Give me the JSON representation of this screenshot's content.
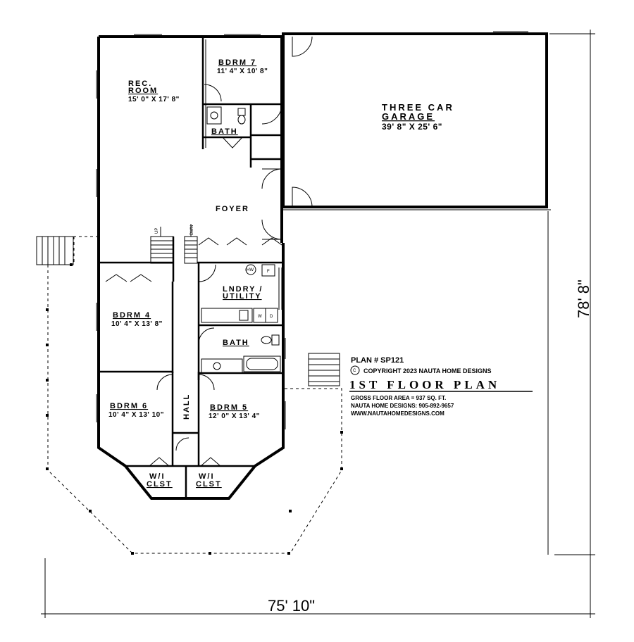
{
  "plan": {
    "rooms": {
      "rec_room_name_line1": "REC.",
      "rec_room_name_line2": "ROOM",
      "rec_room_dims": "15' 0\" X 17' 8\"",
      "bdrm7_name": "BDRM 7",
      "bdrm7_dims": "11' 4\" X 10' 8\"",
      "garage_line1": "THREE CAR",
      "garage_line2": "GARAGE",
      "garage_dims": "39' 8\" X 25' 6\"",
      "bath_upper": "BATH",
      "foyer": "FOYER",
      "laundry_line1": "LNDRY /",
      "laundry_line2": "UTILITY",
      "bdrm4_name": "BDRM 4",
      "bdrm4_dims": "10' 4\" X 13' 8\"",
      "bath_lower": "BATH",
      "bdrm6_name": "BDRM 6",
      "bdrm6_dims": "10' 4\" X 13' 10\"",
      "hall": "HALL",
      "bdrm5_name": "BDRM 5",
      "bdrm5_dims": "12' 0\" X 13' 4\"",
      "wic_left_line1": "W/I",
      "wic_left_line2": "CLST",
      "wic_right_line1": "W/I",
      "wic_right_line2": "CLST"
    },
    "fixtures": {
      "hw": "HW",
      "f": "F",
      "w": "W",
      "d": "D",
      "stair_up": "UP",
      "stair_down": "DWN"
    },
    "info": {
      "plan_number": "PLAN # SP121",
      "copyright_symbol": "C",
      "copyright": "COPYRIGHT 2023 NAUTA HOME DESIGNS",
      "title": "1ST FLOOR PLAN",
      "gross_area": "GROSS FLOOR AREA  =  937  SQ. FT.",
      "phone": "NAUTA HOME DESIGNS:  905-892-9657",
      "website": "WWW.NAUTAHOMEDESIGNS.COM"
    },
    "overall_dims": {
      "width": "75' 10\"",
      "depth": "78' 8\""
    }
  }
}
